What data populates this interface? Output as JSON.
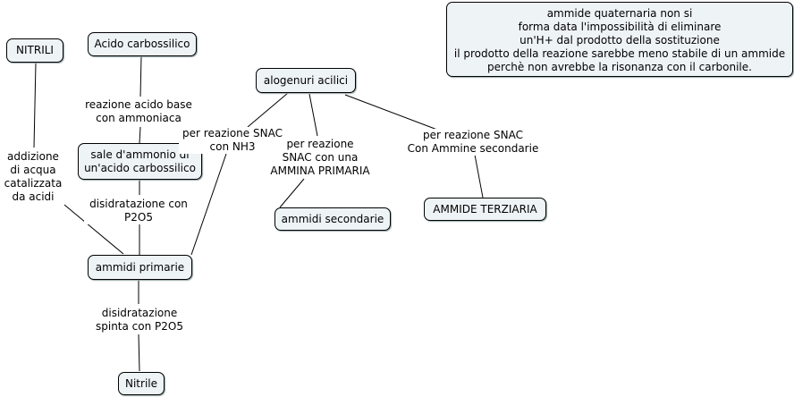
{
  "nodes": {
    "nitrili": "NITRILI",
    "acido_carbossilico": "Acido carbossilico",
    "sale_ammonio": [
      "sale d'ammonio di",
      "un'acido carbossilico"
    ],
    "ammidi_primarie": "ammidi primarie",
    "nitrile": "Nitrile",
    "alogenuri_acilici": "alogenuri acilici",
    "ammidi_secondarie": "ammidi secondarie",
    "ammide_terziaria": "AMMIDE TERZIARIA"
  },
  "links": {
    "reazione_acido_base": [
      "reazione acido base",
      "con ammoniaca"
    ],
    "addizione_acqua": [
      "addizione",
      "di acqua",
      "catalizzata",
      "da acidi"
    ],
    "disidratazione_p2o5": [
      "disidratazione con",
      "P2O5"
    ],
    "disidratazione_spinta": [
      "disidratazione",
      "spinta con P2O5"
    ],
    "snac_nh3": [
      "per reazione SNAC",
      "con NH3"
    ],
    "snac_ammina_primaria": [
      "per reazione",
      "SNAC con una",
      "AMMINA PRIMARIA"
    ],
    "snac_ammine_secondarie": [
      "per reazione SNAC",
      "Con Ammine secondarie"
    ]
  },
  "note": [
    "ammide quaternaria non si",
    "forma data l'impossibilità di eliminare",
    "un'H+ dal prodotto della sostituzione",
    "il prodotto della reazione sarebbe meno stabile di un ammide",
    "perchè non avrebbe la risonanza con il carbonile."
  ]
}
